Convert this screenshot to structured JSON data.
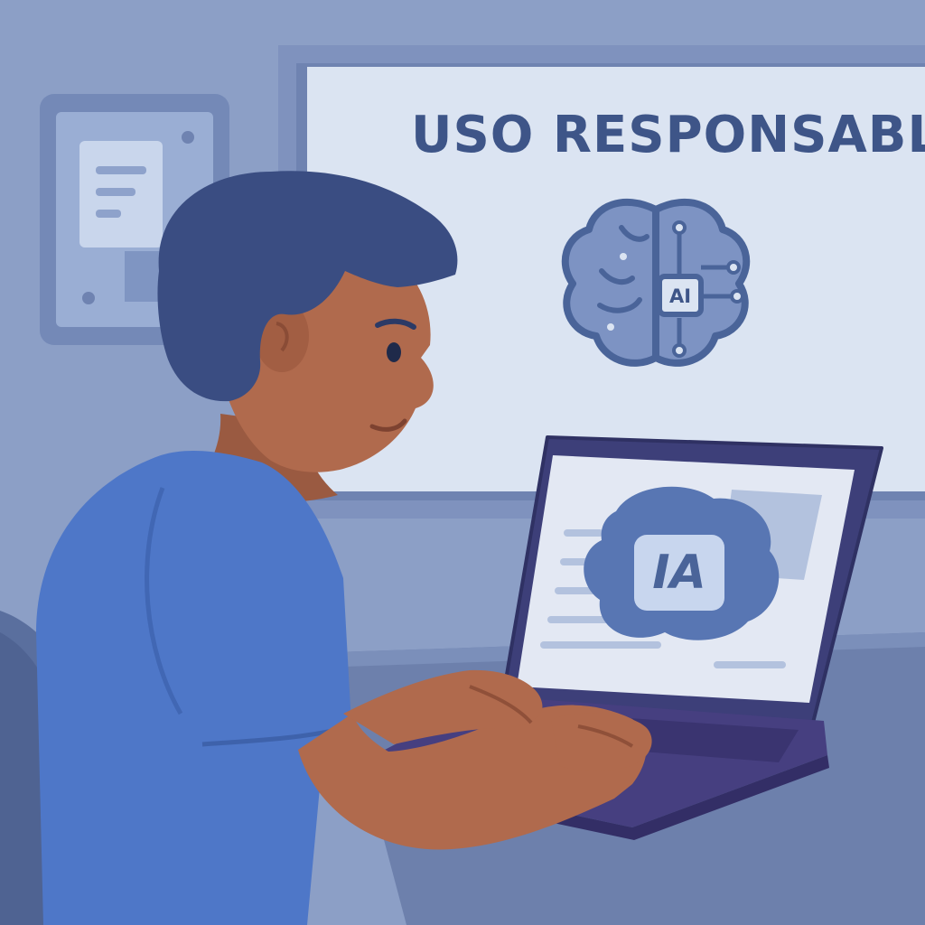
{
  "poster": {
    "title": "USO RESPONSABLE"
  },
  "brain_chip": {
    "label": "AI"
  },
  "laptop_screen": {
    "badge_label": "IA"
  },
  "colors": {
    "wall": "#8c9fc6",
    "whiteboard": "#dbe4f2",
    "frame": "#6f83b1",
    "shirt": "#4e77c8",
    "skin": "#b06a4d",
    "hair": "#3a4d82",
    "laptop": "#3d3f79",
    "desk": "#6d80ac",
    "accent_text": "#3e5588"
  }
}
